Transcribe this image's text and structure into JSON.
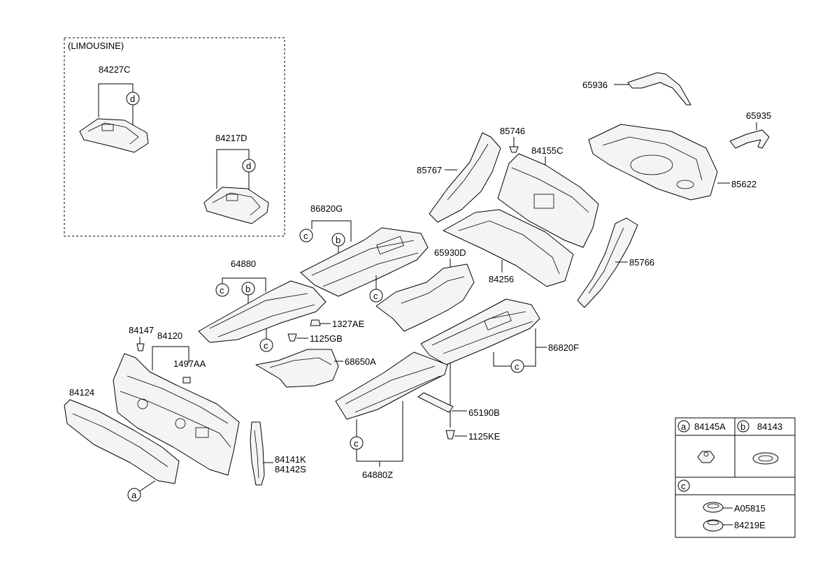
{
  "limousine_label": "(LIMOUSINE)",
  "callouts": {
    "p84227C": "84227C",
    "p84217D": "84217D",
    "p65936": "65936",
    "p65935": "65935",
    "p85622": "85622",
    "p85746": "85746",
    "p84155C": "84155C",
    "p85767": "85767",
    "p84256": "84256",
    "p85766": "85766",
    "p86820G": "86820G",
    "p65930D": "65930D",
    "p64880": "64880",
    "p1327AE": "1327AE",
    "p1125GB": "1125GB",
    "p86820F": "86820F",
    "p84147": "84147",
    "p84120": "84120",
    "p1497AA": "1497AA",
    "p68650A": "68650A",
    "p84124": "84124",
    "p65190B": "65190B",
    "p1125KE": "1125KE",
    "p84141K": "84141K",
    "p84142S": "84142S",
    "p64880Z": "64880Z"
  },
  "letters": {
    "a": "a",
    "b": "b",
    "c": "c",
    "d": "d"
  },
  "legend": {
    "a_part": "84145A",
    "b_part": "84143",
    "c_part1": "A05815",
    "c_part2": "84219E"
  }
}
